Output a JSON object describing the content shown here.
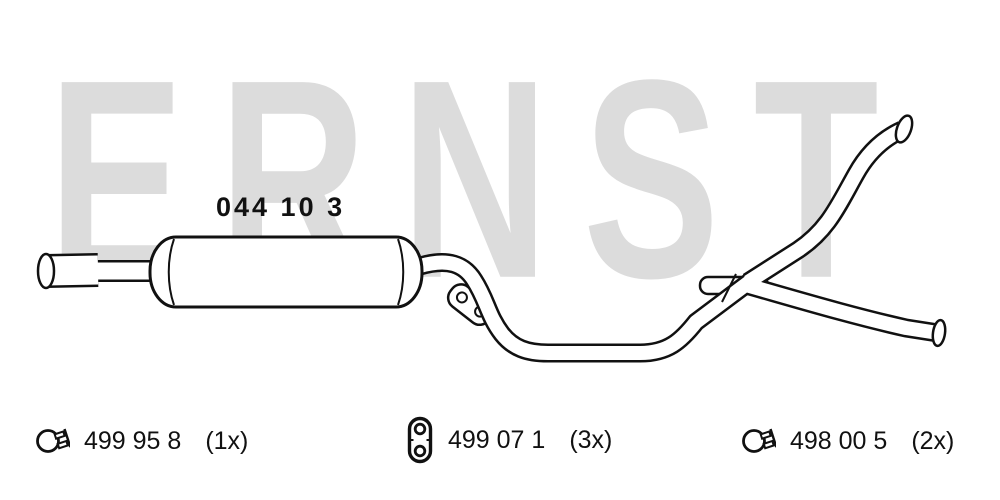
{
  "watermark": "ERNST",
  "drawing": {
    "part_number": "044 10 3",
    "subject": "exhaust-middle-silencer-with-y-tailpipe"
  },
  "accessories": [
    {
      "icon": "clamp-icon",
      "part_number": "499 95 8",
      "quantity": "(1x)"
    },
    {
      "icon": "rubber-hanger-icon",
      "part_number": "499 07 1",
      "quantity": "(3x)"
    },
    {
      "icon": "clamp-icon",
      "part_number": "498 00 5",
      "quantity": "(2x)"
    }
  ],
  "colors": {
    "ink": "#111111",
    "watermark_gray": "#dcdcdc",
    "background": "#ffffff"
  }
}
